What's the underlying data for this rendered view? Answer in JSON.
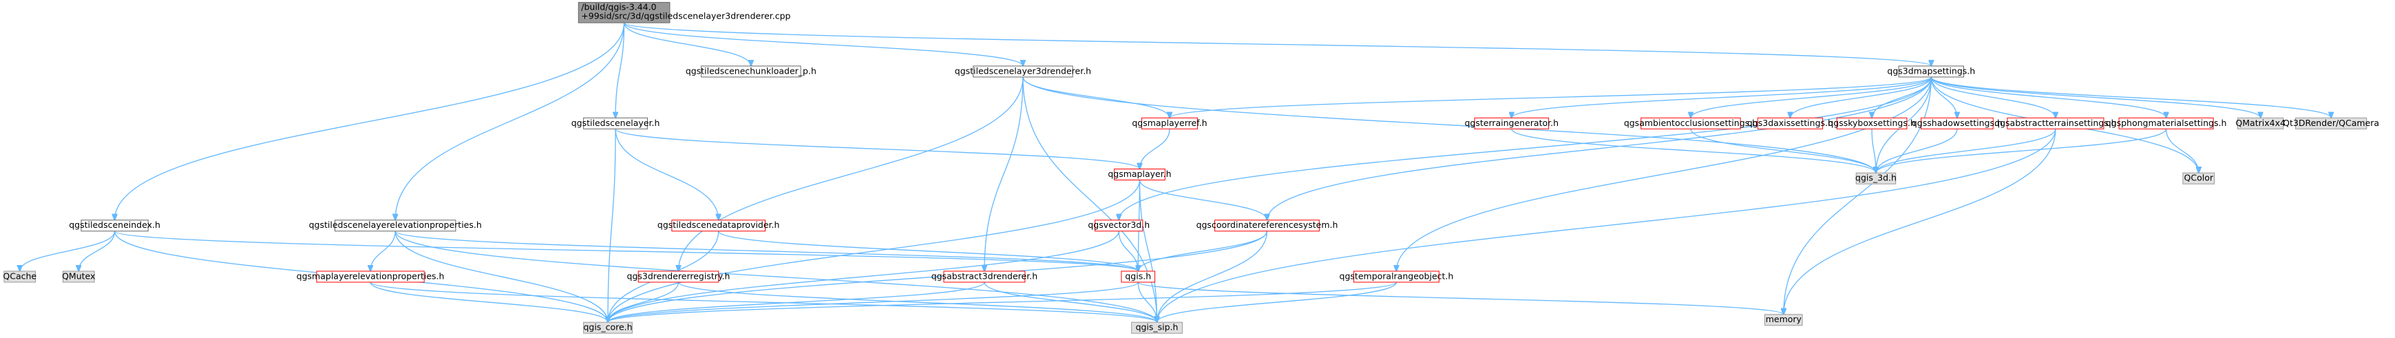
{
  "graph": {
    "main_lines": [
      "/build/qgis-3.44.0",
      "+99sid/src/3d/qgstiledscenelayer3drenderer.cpp"
    ],
    "nodes": [
      {
        "id": "n_chunkloader",
        "label": "qgstiledscenechunkloader_p.h",
        "style": "plain"
      },
      {
        "id": "n_renderer",
        "label": "qgstiledscenelayer3drenderer.h",
        "style": "plain"
      },
      {
        "id": "n_mapsettings",
        "label": "qgs3dmapsettings.h",
        "style": "plain"
      },
      {
        "id": "n_layer",
        "label": "qgstiledscenelayer.h",
        "style": "plain"
      },
      {
        "id": "n_maplayerref",
        "label": "qgsmaplayerref.h",
        "style": "red"
      },
      {
        "id": "n_terraingen",
        "label": "qgsterraingenerator.h",
        "style": "red"
      },
      {
        "id": "n_ambient",
        "label": "qgsambientocclusionsettings.h",
        "style": "red"
      },
      {
        "id": "n_axis",
        "label": "qgs3daxissettings.h",
        "style": "red"
      },
      {
        "id": "n_skybox",
        "label": "qgsskyboxsettings.h",
        "style": "red"
      },
      {
        "id": "n_shadow",
        "label": "qgsshadowsettings.h",
        "style": "red"
      },
      {
        "id": "n_abstractterrain",
        "label": "qgsabstractterrainsettings.h",
        "style": "red"
      },
      {
        "id": "n_phong",
        "label": "qgsphongmaterialsettings.h",
        "style": "red"
      },
      {
        "id": "n_qmatrix",
        "label": "QMatrix4x4",
        "style": "gray"
      },
      {
        "id": "n_qcamera",
        "label": "Qt3DRender/QCamera",
        "style": "gray"
      },
      {
        "id": "n_maplayer",
        "label": "qgsmaplayer.h",
        "style": "red"
      },
      {
        "id": "n_qgis3d",
        "label": "qgis_3d.h",
        "style": "gray"
      },
      {
        "id": "n_qcolor",
        "label": "QColor",
        "style": "gray"
      },
      {
        "id": "n_sceneindex",
        "label": "qgstiledsceneindex.h",
        "style": "plain"
      },
      {
        "id": "n_elevprops",
        "label": "qgstiledscenelayerelevationproperties.h",
        "style": "plain"
      },
      {
        "id": "n_dataprovider",
        "label": "qgstiledscenedataprovider.h",
        "style": "red"
      },
      {
        "id": "n_vector3d",
        "label": "qgsvector3d.h",
        "style": "red"
      },
      {
        "id": "n_crs",
        "label": "qgscoordinatereferencesystem.h",
        "style": "red"
      },
      {
        "id": "n_qcache",
        "label": "QCache",
        "style": "gray"
      },
      {
        "id": "n_qmutex",
        "label": "QMutex",
        "style": "gray"
      },
      {
        "id": "n_maplayerelev",
        "label": "qgsmaplayerelevationproperties.h",
        "style": "red"
      },
      {
        "id": "n_rendreg",
        "label": "qgs3drendererregistry.h",
        "style": "red"
      },
      {
        "id": "n_abs3drend",
        "label": "qgsabstract3drenderer.h",
        "style": "red"
      },
      {
        "id": "n_qgis",
        "label": "qgis.h",
        "style": "red"
      },
      {
        "id": "n_temporal",
        "label": "qgstemporalrangeobject.h",
        "style": "red"
      },
      {
        "id": "n_memory",
        "label": "memory",
        "style": "gray"
      },
      {
        "id": "n_qgiscore",
        "label": "qgis_core.h",
        "style": "gray"
      },
      {
        "id": "n_qgissip",
        "label": "qgis_sip.h",
        "style": "gray"
      }
    ],
    "edges": [
      [
        "main",
        "n_chunkloader"
      ],
      [
        "main",
        "n_renderer"
      ],
      [
        "main",
        "n_mapsettings"
      ],
      [
        "main",
        "n_layer"
      ],
      [
        "main",
        "n_sceneindex"
      ],
      [
        "main",
        "n_elevprops"
      ],
      [
        "n_renderer",
        "n_maplayerref"
      ],
      [
        "n_renderer",
        "n_qgis3d"
      ],
      [
        "n_renderer",
        "n_rendreg"
      ],
      [
        "n_renderer",
        "n_abs3drend"
      ],
      [
        "n_renderer",
        "n_qgissip"
      ],
      [
        "n_mapsettings",
        "n_maplayerref"
      ],
      [
        "n_mapsettings",
        "n_terraingen"
      ],
      [
        "n_mapsettings",
        "n_ambient"
      ],
      [
        "n_mapsettings",
        "n_axis"
      ],
      [
        "n_mapsettings",
        "n_skybox"
      ],
      [
        "n_mapsettings",
        "n_shadow"
      ],
      [
        "n_mapsettings",
        "n_abstractterrain"
      ],
      [
        "n_mapsettings",
        "n_phong"
      ],
      [
        "n_mapsettings",
        "n_qmatrix"
      ],
      [
        "n_mapsettings",
        "n_qcamera"
      ],
      [
        "n_mapsettings",
        "n_qgis3d"
      ],
      [
        "n_mapsettings",
        "n_qcolor"
      ],
      [
        "n_mapsettings",
        "n_vector3d"
      ],
      [
        "n_mapsettings",
        "n_crs"
      ],
      [
        "n_mapsettings",
        "n_temporal"
      ],
      [
        "n_mapsettings",
        "n_memory"
      ],
      [
        "n_terraingen",
        "n_qgis3d"
      ],
      [
        "n_ambient",
        "n_qgis3d"
      ],
      [
        "n_skybox",
        "n_qgis3d"
      ],
      [
        "n_shadow",
        "n_qgis3d"
      ],
      [
        "n_abstractterrain",
        "n_qgis3d"
      ],
      [
        "n_abstractterrain",
        "n_memory"
      ],
      [
        "n_abstractterrain",
        "n_qgissip"
      ],
      [
        "n_phong",
        "n_qgis3d"
      ],
      [
        "n_phong",
        "n_qcolor"
      ],
      [
        "n_layer",
        "n_maplayer"
      ],
      [
        "n_layer",
        "n_dataprovider"
      ],
      [
        "n_layer",
        "n_qgiscore"
      ],
      [
        "n_maplayerref",
        "n_maplayer"
      ],
      [
        "n_maplayer",
        "n_crs"
      ],
      [
        "n_maplayer",
        "n_qgis"
      ],
      [
        "n_maplayer",
        "n_qgiscore"
      ],
      [
        "n_maplayer",
        "n_qgissip"
      ],
      [
        "n_sceneindex",
        "n_qcache"
      ],
      [
        "n_sceneindex",
        "n_qmutex"
      ],
      [
        "n_sceneindex",
        "n_qgis"
      ],
      [
        "n_sceneindex",
        "n_qgiscore"
      ],
      [
        "n_elevprops",
        "n_maplayerelev"
      ],
      [
        "n_elevprops",
        "n_qgiscore"
      ],
      [
        "n_elevprops",
        "n_qgis"
      ],
      [
        "n_elevprops",
        "n_qgissip"
      ],
      [
        "n_dataprovider",
        "n_qgis"
      ],
      [
        "n_dataprovider",
        "n_qgiscore"
      ],
      [
        "n_vector3d",
        "n_qgis"
      ],
      [
        "n_vector3d",
        "n_qgiscore"
      ],
      [
        "n_crs",
        "n_qgis"
      ],
      [
        "n_crs",
        "n_qgiscore"
      ],
      [
        "n_crs",
        "n_qgissip"
      ],
      [
        "n_maplayerelev",
        "n_qgiscore"
      ],
      [
        "n_maplayerelev",
        "n_qgissip"
      ],
      [
        "n_rendreg",
        "n_qgiscore"
      ],
      [
        "n_rendreg",
        "n_qgissip"
      ],
      [
        "n_abs3drend",
        "n_qgiscore"
      ],
      [
        "n_abs3drend",
        "n_qgissip"
      ],
      [
        "n_qgis",
        "n_qgiscore"
      ],
      [
        "n_qgis",
        "n_qgissip"
      ],
      [
        "n_qgis",
        "n_memory"
      ],
      [
        "n_temporal",
        "n_qgiscore"
      ],
      [
        "n_temporal",
        "n_qgissip"
      ]
    ]
  }
}
